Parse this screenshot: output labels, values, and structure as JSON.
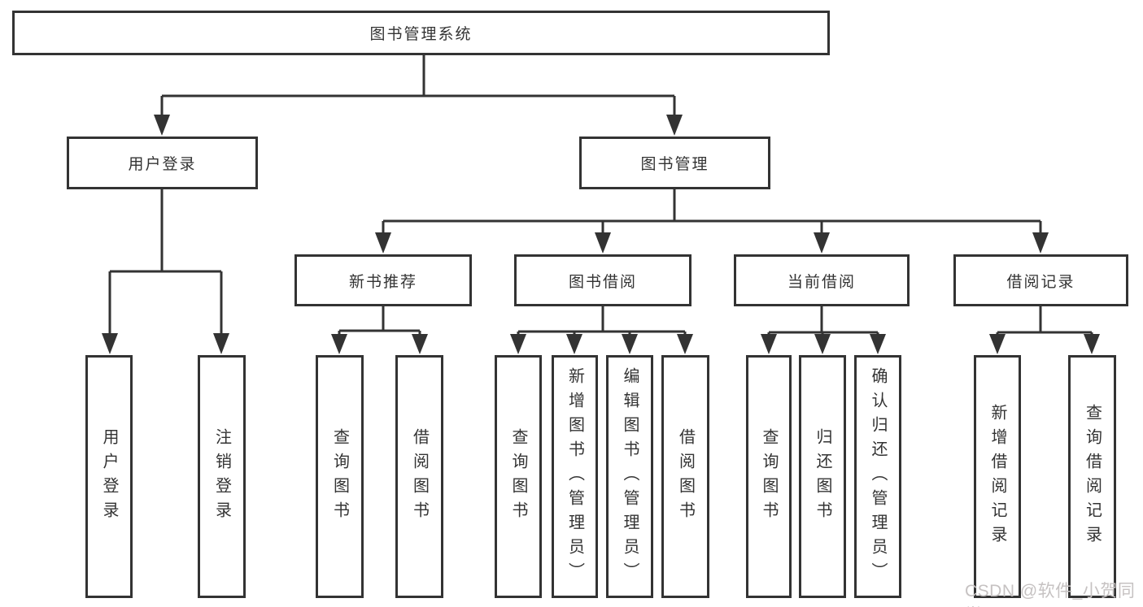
{
  "colors": {
    "line": "#333333",
    "box_border": "#333333",
    "box_fill": "#ffffff",
    "text": "#333333",
    "watermark": "#c6c2c2",
    "background": "#ffffff"
  },
  "tree": {
    "root": {
      "label": "图书管理系统"
    },
    "branches": [
      {
        "label": "用户登录",
        "children": [
          {
            "label": "用户登录"
          },
          {
            "label": "注销登录"
          }
        ]
      },
      {
        "label": "图书管理",
        "children": [
          {
            "label": "新书推荐",
            "children": [
              {
                "label": "查询图书"
              },
              {
                "label": "借阅图书"
              }
            ]
          },
          {
            "label": "图书借阅",
            "children": [
              {
                "label": "查询图书"
              },
              {
                "label": "新增图书（管理员）"
              },
              {
                "label": "编辑图书（管理员）"
              },
              {
                "label": "借阅图书"
              }
            ]
          },
          {
            "label": "当前借阅",
            "children": [
              {
                "label": "查询图书"
              },
              {
                "label": "归还图书"
              },
              {
                "label": "确认归还（管理员）"
              }
            ]
          },
          {
            "label": "借阅记录",
            "children": [
              {
                "label": "新增借阅记录"
              },
              {
                "label": "查询借阅记录"
              }
            ]
          }
        ]
      }
    ]
  },
  "watermark": {
    "text": "CSDN @软件_小贺同学"
  }
}
